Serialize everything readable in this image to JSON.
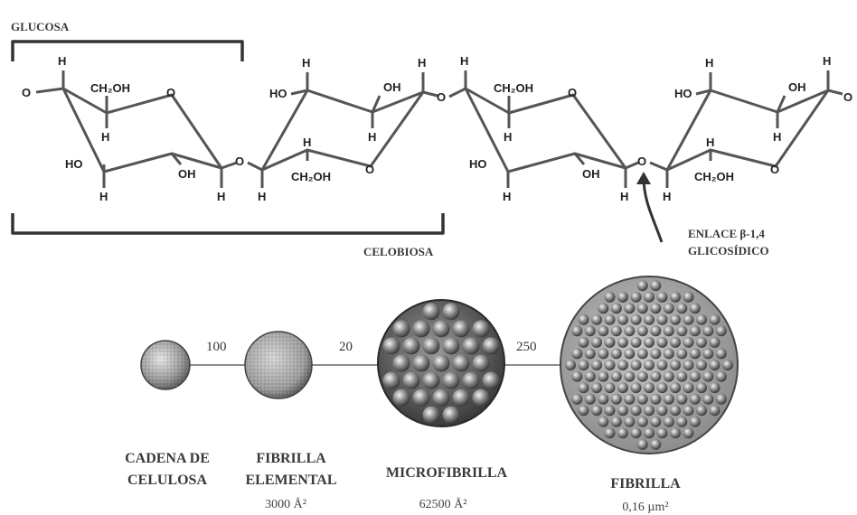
{
  "labels": {
    "glucosa": "GLUCOSA",
    "celobiosa": "CELOBIOSA",
    "enlace_line1": "ENLACE β-1,4",
    "enlace_line2": "GLICOSÍDICO"
  },
  "atoms": {
    "H": "H",
    "O": "O",
    "HO": "HO",
    "OH": "OH",
    "CH2OH": "CH₂OH",
    "end_O": "O"
  },
  "stages": [
    {
      "key": "cadena",
      "name_line1": "CADENA DE",
      "name_line2": "CELULOSA",
      "size": ""
    },
    {
      "key": "elemental",
      "name_line1": "FIBRILLA",
      "name_line2": "ELEMENTAL",
      "size": "3000 Å²"
    },
    {
      "key": "micro",
      "name_line1": "MICROFIBRILLA",
      "name_line2": "",
      "size": "62500 Å²"
    },
    {
      "key": "fibrilla",
      "name_line1": "FIBRILLA",
      "name_line2": "",
      "size": "0,16 µm²"
    }
  ],
  "connectors": [
    "100",
    "20",
    "250"
  ],
  "colors": {
    "ink": "#333333",
    "sphere_light": "#f2f2f2",
    "sphere_dark": "#4a4a4a"
  }
}
